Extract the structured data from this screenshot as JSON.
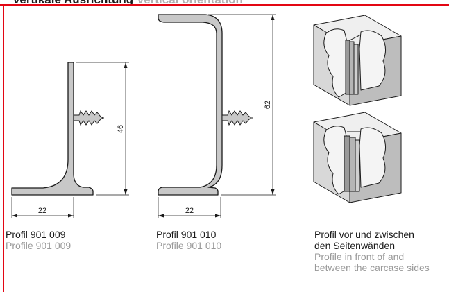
{
  "title": {
    "de": "Vertikale Ausrichtung",
    "en": "Vertical orientation"
  },
  "profiles": [
    {
      "dimension_height": "46",
      "dimension_width": "22",
      "caption_de": "Profil 901 009",
      "caption_en": "Profile 901 009"
    },
    {
      "dimension_height": "62",
      "dimension_width": "22",
      "caption_de": "Profil 901 010",
      "caption_en": "Profile 901 010"
    }
  ],
  "installation": {
    "caption_de_line1": "Profil vor und zwischen",
    "caption_de_line2": "den Seitenwänden",
    "caption_en_line1": "Profile in front of and",
    "caption_en_line2": "between the carcase sides"
  },
  "colors": {
    "accent_red": "#e30613",
    "profile_fill": "#c8c8c8",
    "outline": "#1a1a1a",
    "caption_grey": "#999999"
  }
}
